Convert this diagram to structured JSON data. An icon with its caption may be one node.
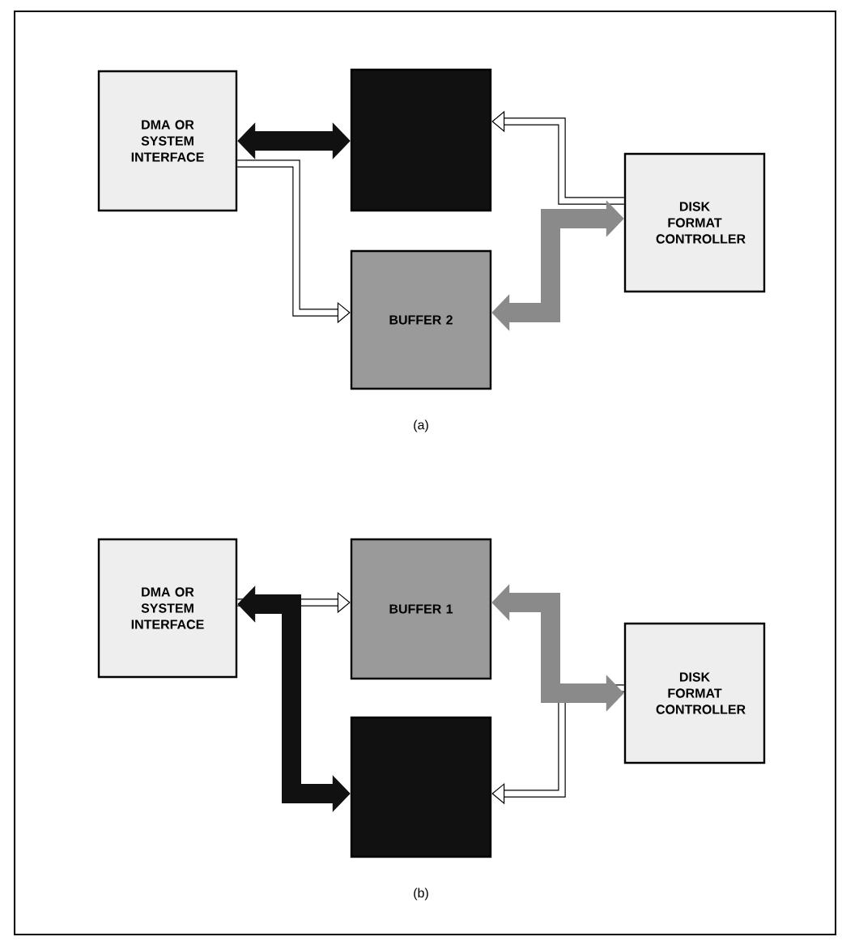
{
  "diagram": {
    "nodes": [
      {
        "text": [
          "DMA OR SYSTEM INTERFACE"
        ]
      },
      {
        "text": [],
        "shape": "box"
      },
      {
        "text": [
          "BUFFER 2"
        ]
      },
      {
        "text": [
          "DISK FORMAT CONTROLLER"
        ]
      },
      {
        "text": [
          "DMA OR SYSTEM INTERFACE"
        ]
      },
      {
        "text": [
          "BUFFER 1"
        ]
      },
      {
        "text": [],
        "shape": "box"
      },
      {
        "text": [
          "DISK FORMAT CONTROLLER"
        ]
      }
    ],
    "edges": [
      {
        "from": 0,
        "to": 2,
        "arrow": "to"
      },
      {
        "from": 3,
        "to": 1,
        "arrow": "to"
      },
      {
        "from": 0,
        "to": 1,
        "arrow": "both",
        "style": "thick",
        "color": "#111111"
      },
      {
        "from": 2,
        "to": 3,
        "arrow": "both",
        "style": "thick",
        "color": "#8a8a8a"
      },
      {
        "from": 4,
        "to": 5,
        "arrow": "to"
      },
      {
        "from": 7,
        "to": 6,
        "arrow": "to"
      },
      {
        "from": 4,
        "to": 6,
        "arrow": "both",
        "style": "thick",
        "color": "#111111"
      },
      {
        "from": 5,
        "to": 7,
        "arrow": "both",
        "style": "thick",
        "color": "#8a8a8a"
      }
    ],
    "labels": [
      "(a)",
      "(b)"
    ]
  }
}
